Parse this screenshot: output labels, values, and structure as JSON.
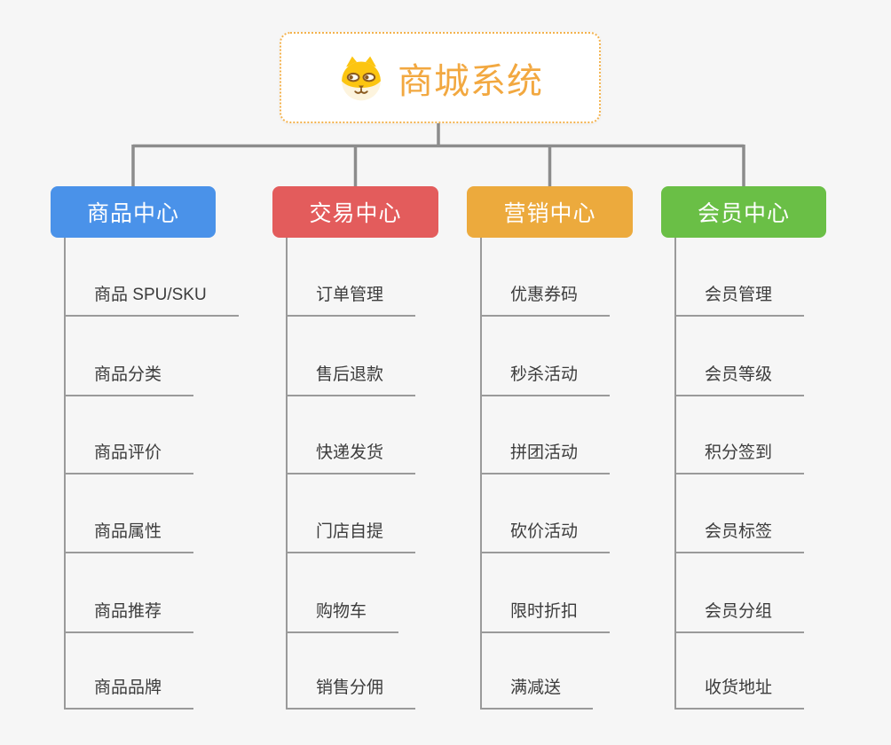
{
  "root": {
    "title": "商城系统",
    "icon": "shiba-dog-icon"
  },
  "branches": [
    {
      "label": "商品中心",
      "color": "#4a92e9",
      "children": [
        "商品 SPU/SKU",
        "商品分类",
        "商品评价",
        "商品属性",
        "商品推荐",
        "商品品牌"
      ]
    },
    {
      "label": "交易中心",
      "color": "#e35c5c",
      "children": [
        "订单管理",
        "售后退款",
        "快递发货",
        "门店自提",
        "购物车",
        "销售分佣"
      ]
    },
    {
      "label": "营销中心",
      "color": "#ecaa3d",
      "children": [
        "优惠券码",
        "秒杀活动",
        "拼团活动",
        "砍价活动",
        "限时折扣",
        "满减送"
      ]
    },
    {
      "label": "会员中心",
      "color": "#6abf46",
      "children": [
        "会员管理",
        "会员等级",
        "积分签到",
        "会员标签",
        "会员分组",
        "收货地址"
      ]
    }
  ],
  "colors": {
    "background": "#f6f6f6",
    "connector": "#8c8c8c",
    "leaf_line": "#9a9a9a",
    "leaf_text": "#3c3c3c",
    "root_text": "#f2a840",
    "root_border": "#f3b24e"
  }
}
